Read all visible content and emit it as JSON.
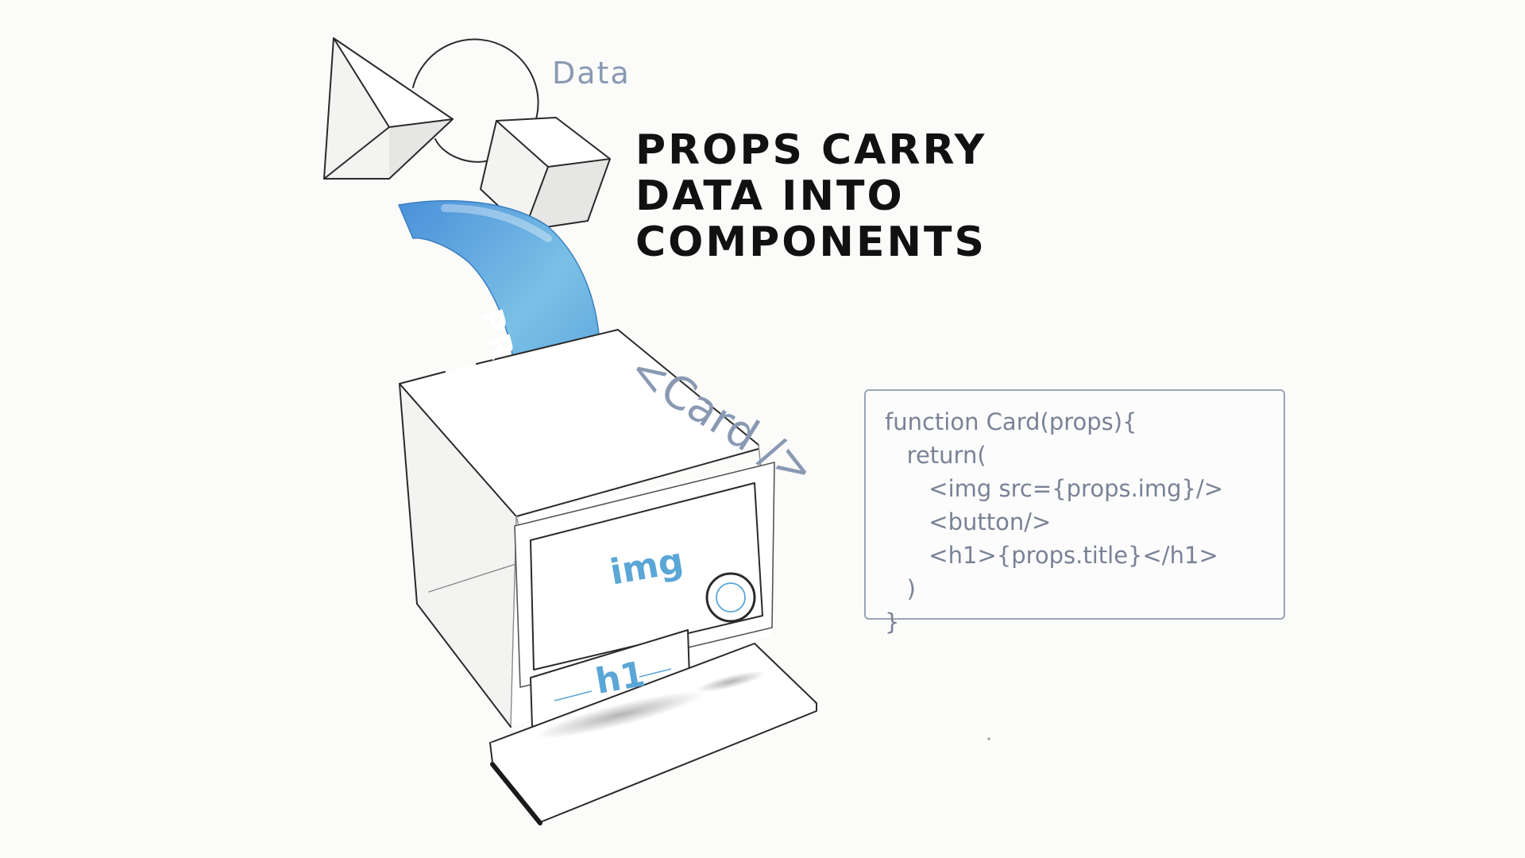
{
  "headline": {
    "line1": "Props carry",
    "line2": "data into",
    "line3": "components"
  },
  "data_label": "Data",
  "arrow_label": "PROPS",
  "component_tag": "<Card />",
  "component_slots": {
    "image": "img",
    "heading": "h1"
  },
  "code": {
    "lines": [
      "function Card(props){",
      "   return(",
      "      <img src={props.img}/>",
      "      <button/>",
      "      <h1>{props.title}</h1>",
      "   )",
      "}"
    ]
  },
  "colors": {
    "arrow": "#5aa6d6",
    "code_text": "#7a8296",
    "accent_text": "#8a99b3",
    "headline": "#111111"
  }
}
